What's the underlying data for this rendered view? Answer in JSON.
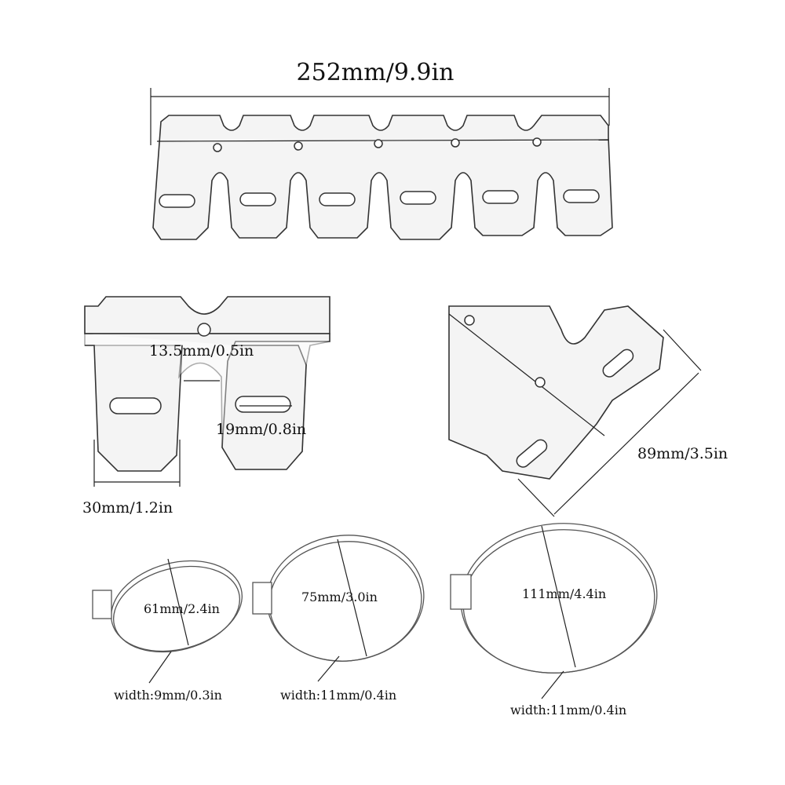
{
  "dimensions": {
    "overall_length": "252mm/9.9in",
    "gap_width": "13.5mm/0.5in",
    "slot_length": "19mm/0.8in",
    "tab_width": "30mm/1.2in",
    "plate_height": "89mm/3.5in"
  },
  "clamps": [
    {
      "diameter": "61mm/2.4in",
      "width": "width:9mm/0.3in"
    },
    {
      "diameter": "75mm/3.0in",
      "width": "width:11mm/0.4in"
    },
    {
      "diameter": "111mm/4.4in",
      "width": "width:11mm/0.4in"
    }
  ]
}
